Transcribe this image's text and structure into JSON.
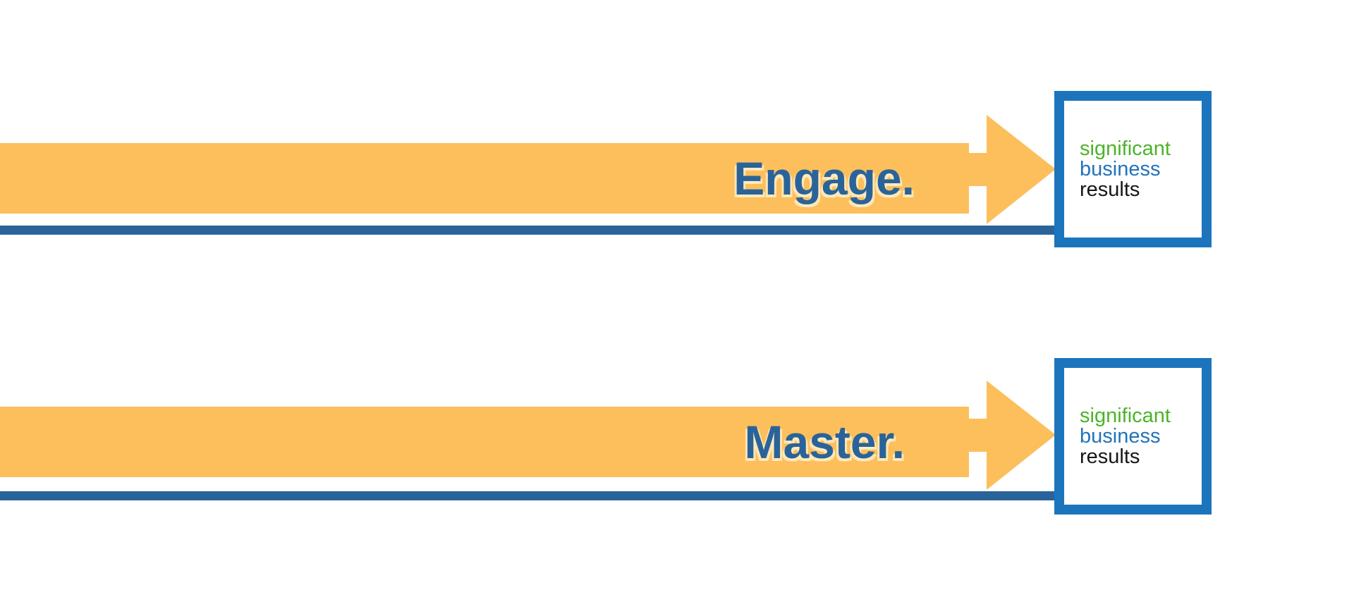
{
  "rows": [
    {
      "id": "engage",
      "label": "Engage.",
      "logo": {
        "line1": "significant",
        "line2": "business",
        "line3": "results"
      }
    },
    {
      "id": "master",
      "label": "Master.",
      "logo": {
        "line1": "significant",
        "line2": "business",
        "line3": "results"
      }
    }
  ],
  "colors": {
    "banner_orange": "#FCBF5C",
    "divider_blue": "#2A6399",
    "label_text_blue": "#2A6399",
    "label_shadow_cream": "#FDECC4",
    "logo_box_border_blue": "#1C75BC",
    "logo_green": "#4DB32A",
    "logo_blue": "#2173BC",
    "logo_black": "#161616",
    "background": "#FFFFFF"
  },
  "icons": {
    "arrow_head": "right-arrow"
  }
}
